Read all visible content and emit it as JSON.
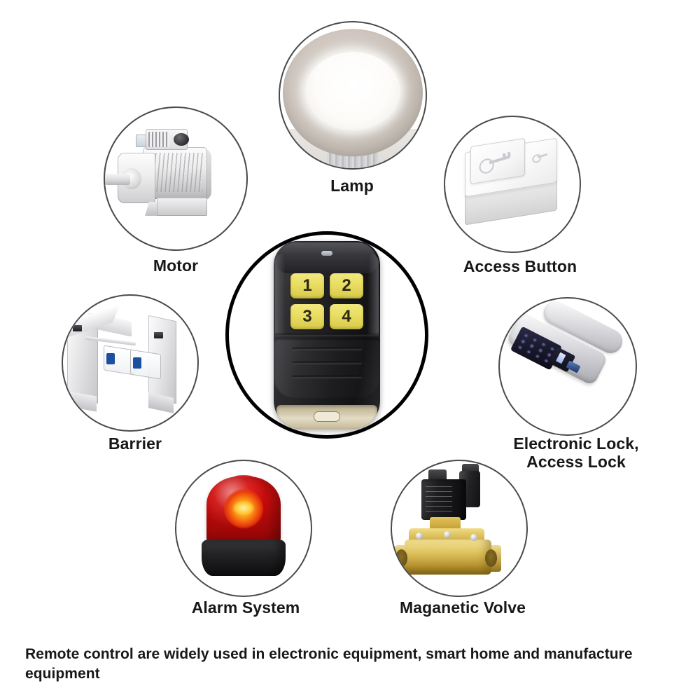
{
  "page": {
    "background_color": "#ffffff",
    "caption": "Remote control are widely used in electronic equipment, smart home and manufacture equipment"
  },
  "center": {
    "name": "remote-control",
    "buttons": [
      "1",
      "2",
      "3",
      "4"
    ],
    "button_color": "#e9dd62",
    "body_color": "#1b1b1d",
    "bottom_cap_color": "#d8cdb0",
    "circle_border_color": "#000000"
  },
  "products": [
    {
      "id": "lamp",
      "label": "Lamp",
      "icon": "ceiling-lamp-icon",
      "colors": {
        "ring": "#c7bfb7",
        "glow": "#ffffff"
      }
    },
    {
      "id": "motor",
      "label": "Motor",
      "icon": "electric-motor-icon",
      "colors": {
        "body": "#dcdcde",
        "accent": "#b2b2b5"
      }
    },
    {
      "id": "access-button",
      "label": "Access Button",
      "icon": "exit-button-icon",
      "colors": {
        "body": "#ffffff",
        "accent": "#c9c9cf"
      }
    },
    {
      "id": "barrier",
      "label": "Barrier",
      "icon": "swing-barrier-gate-icon",
      "colors": {
        "body": "#e6e6e8",
        "accent": "#1b4fa0"
      }
    },
    {
      "id": "electronic-lock",
      "label": "Electronic Lock,\nAccess Lock",
      "icon": "electronic-access-lock-icon",
      "colors": {
        "body": "#c5c5ca",
        "keypad": "#171729"
      }
    },
    {
      "id": "alarm-system",
      "label": "Alarm System",
      "icon": "alarm-beacon-icon",
      "colors": {
        "dome": "#c60b0b",
        "base": "#232325",
        "core": "#ffcd3e"
      }
    },
    {
      "id": "magnetic-valve",
      "label": "Maganetic Volve",
      "icon": "solenoid-valve-icon",
      "colors": {
        "brass": "#dcc05a",
        "coil": "#1d1d1f"
      }
    }
  ]
}
